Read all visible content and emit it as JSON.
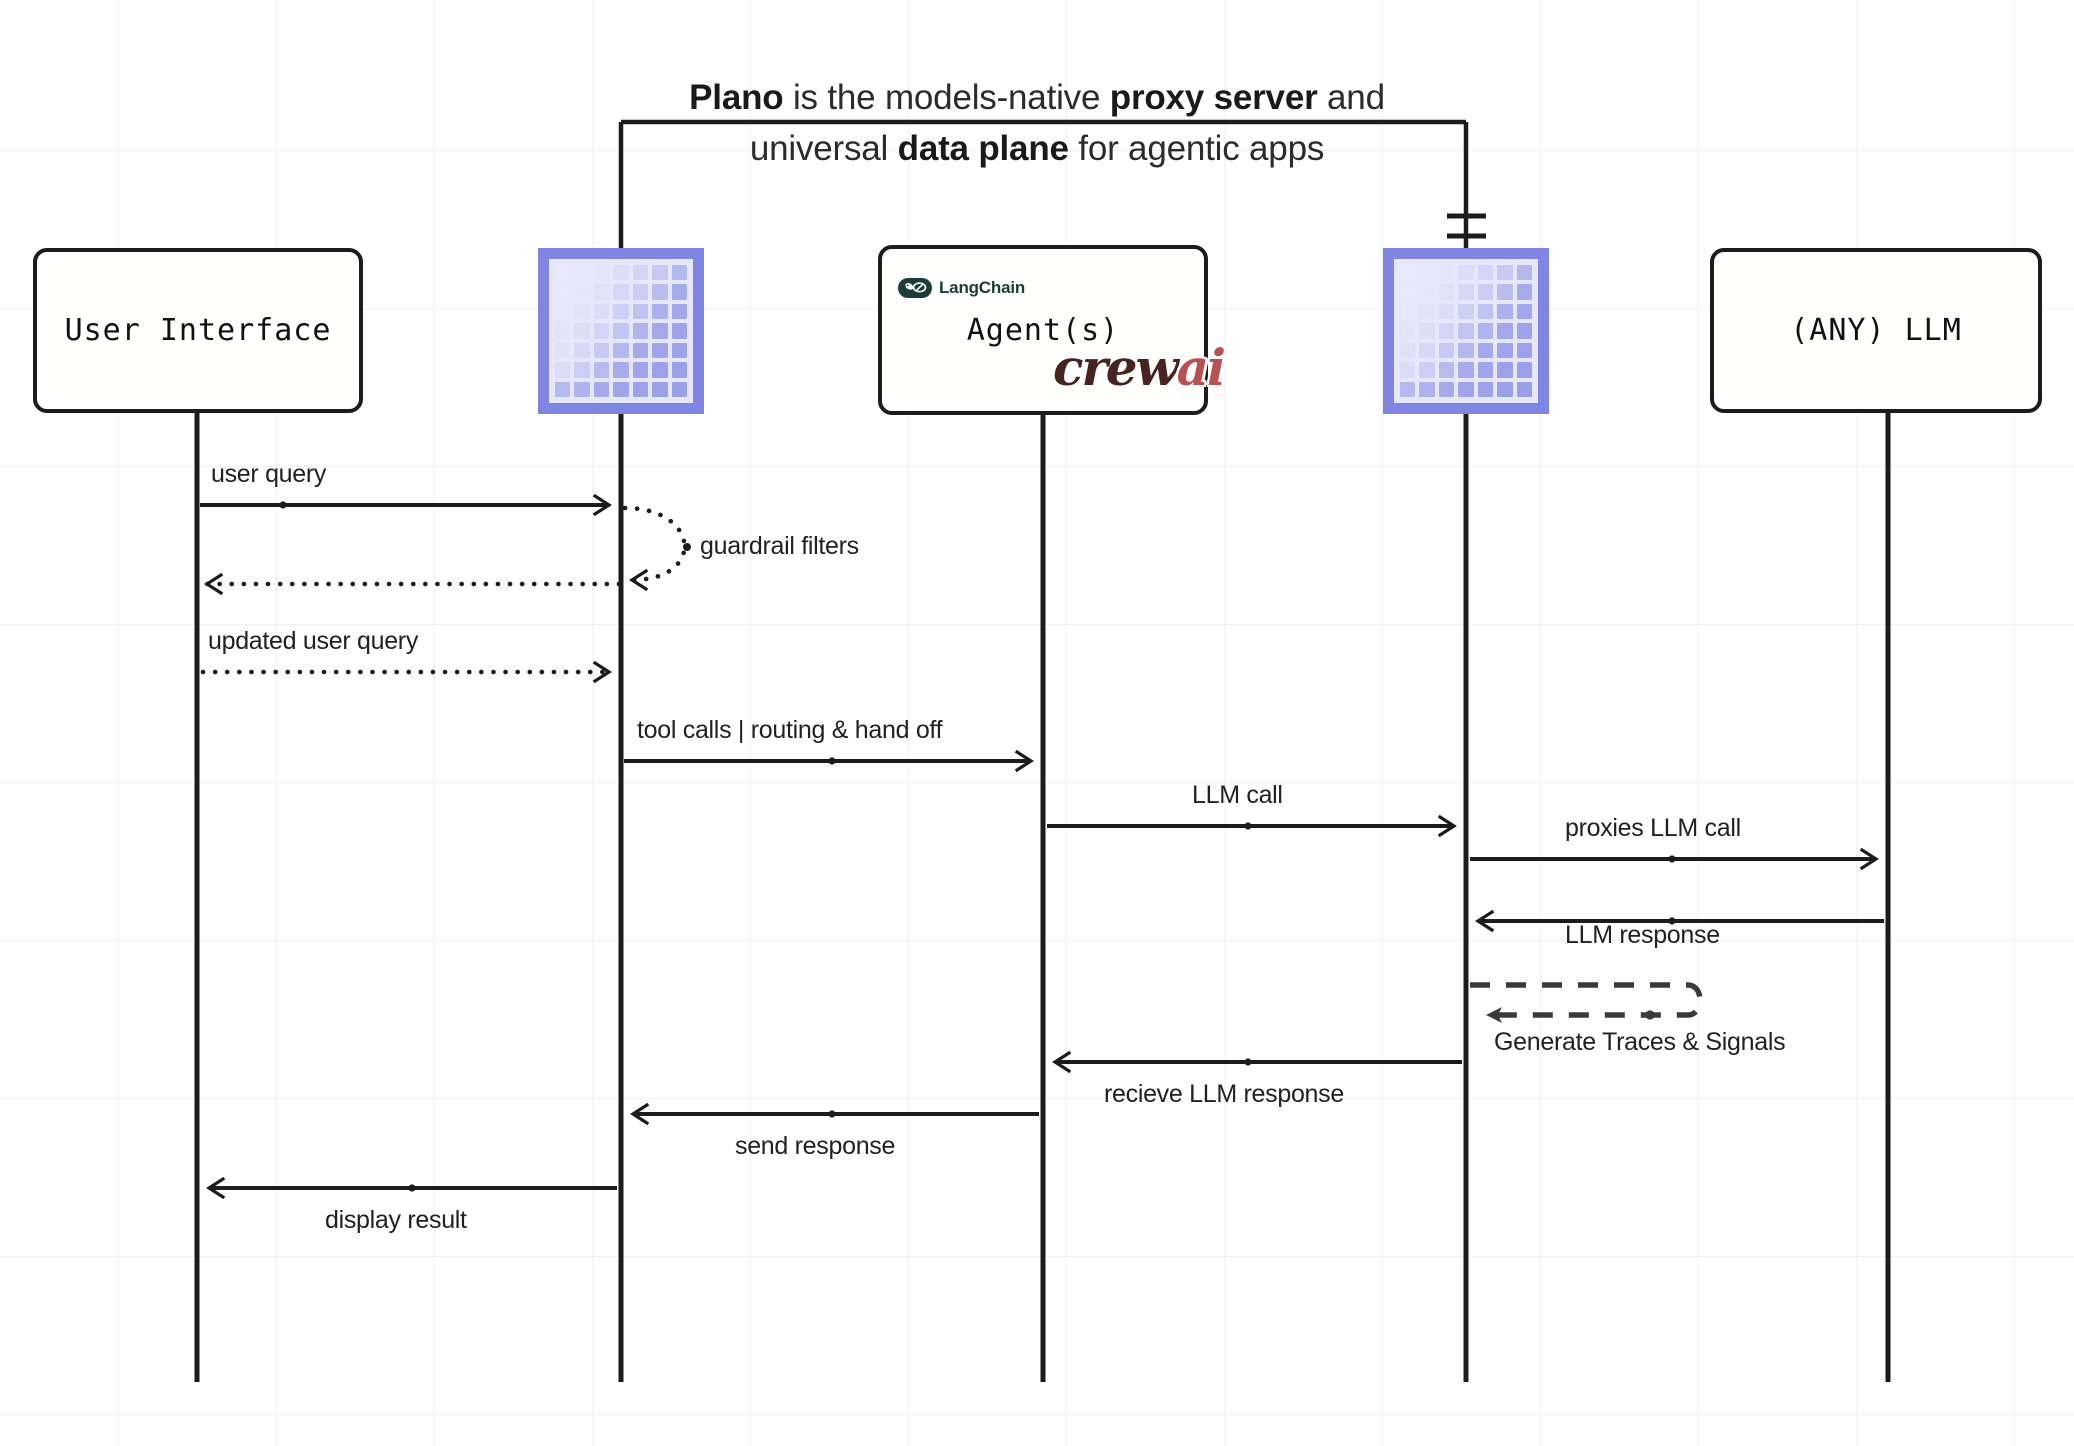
{
  "title": {
    "line1_pre": "Plano",
    "line1_mid": " is the models-native ",
    "line1_bold2": "proxy server",
    "line1_post": " and",
    "line2_pre": "universal ",
    "line2_bold": "data plane",
    "line2_post": " for agentic apps",
    "full_text": "Plano is the models-native proxy server and universal data plane for agentic apps"
  },
  "participants": [
    {
      "id": "user-interface",
      "label": "User Interface",
      "kind": "box"
    },
    {
      "id": "plano-left",
      "label": "",
      "kind": "icon",
      "icon": "plano-grid-icon"
    },
    {
      "id": "agents",
      "label": "Agent(s)",
      "kind": "box",
      "badges": [
        "LangChain",
        "crewAI"
      ]
    },
    {
      "id": "plano-right",
      "label": "",
      "kind": "icon",
      "icon": "plano-grid-icon"
    },
    {
      "id": "any-llm",
      "label": "(ANY) LLM",
      "kind": "box"
    }
  ],
  "badges": {
    "langchain_label": "LangChain",
    "crewai_label_dark": "crew",
    "crewai_label_red": "ai"
  },
  "messages": [
    {
      "id": "m1",
      "label": "user query",
      "from": "user-interface",
      "to": "plano-left",
      "style": "solid",
      "direction": "right"
    },
    {
      "id": "m2",
      "label": "guardrail filters",
      "from": "plano-left",
      "to": "plano-left",
      "style": "dotted",
      "direction": "self"
    },
    {
      "id": "m3",
      "label": "",
      "from": "plano-left",
      "to": "user-interface",
      "style": "dotted",
      "direction": "left"
    },
    {
      "id": "m4",
      "label": "updated user query",
      "from": "user-interface",
      "to": "plano-left",
      "style": "dotted",
      "direction": "right"
    },
    {
      "id": "m5",
      "label": "tool calls | routing & hand off",
      "from": "plano-left",
      "to": "agents",
      "style": "solid",
      "direction": "right"
    },
    {
      "id": "m6",
      "label": "LLM call",
      "from": "agents",
      "to": "plano-right",
      "style": "solid",
      "direction": "right"
    },
    {
      "id": "m7",
      "label": "proxies LLM call",
      "from": "plano-right",
      "to": "any-llm",
      "style": "solid",
      "direction": "right"
    },
    {
      "id": "m8",
      "label": "LLM response",
      "from": "any-llm",
      "to": "plano-right",
      "style": "solid",
      "direction": "left"
    },
    {
      "id": "m9",
      "label": "Generate Traces & Signals",
      "from": "plano-right",
      "to": "plano-right",
      "style": "dashed",
      "direction": "self"
    },
    {
      "id": "m10",
      "label": "recieve LLM response",
      "from": "plano-right",
      "to": "agents",
      "style": "solid",
      "direction": "left"
    },
    {
      "id": "m11",
      "label": "send response",
      "from": "agents",
      "to": "plano-left",
      "style": "solid",
      "direction": "left"
    },
    {
      "id": "m12",
      "label": "display result",
      "from": "plano-left",
      "to": "user-interface",
      "style": "solid",
      "direction": "left"
    }
  ],
  "colors": {
    "plano_purple_border": "#8084e3",
    "plano_purple_fill": "#e6e7fb",
    "plano_cell": "#a7abef",
    "line": "#1c1c1c",
    "grid": "#f1f1f1",
    "langchain_dark": "#1c3c3c",
    "crewai_dark": "#46231f",
    "crewai_red": "#b8504f"
  },
  "notation": {
    "break_symbol": "double-slash-break"
  }
}
